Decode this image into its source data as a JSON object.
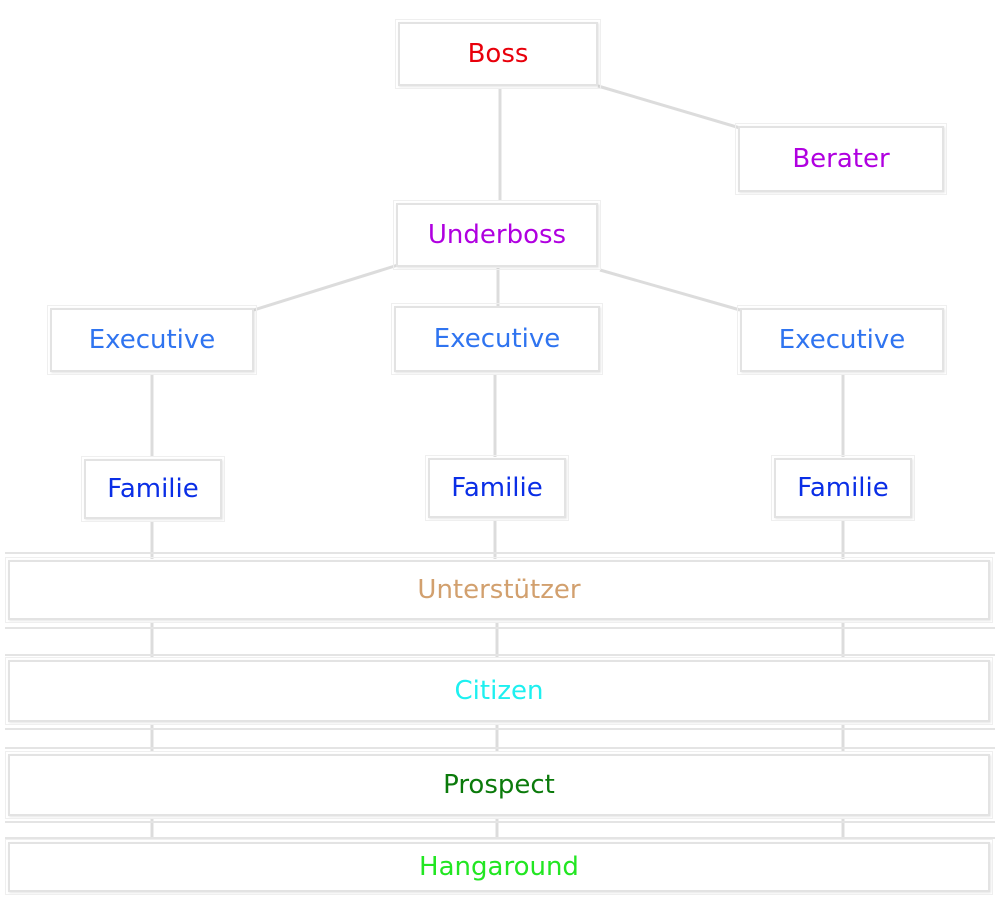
{
  "nodes": {
    "boss": {
      "label": "Boss",
      "color": "#e8000b"
    },
    "berater": {
      "label": "Berater",
      "color": "#b000e0"
    },
    "underboss": {
      "label": "Underboss",
      "color": "#b000e0"
    },
    "executives": [
      {
        "label": "Executive",
        "color": "#2f74f0"
      },
      {
        "label": "Executive",
        "color": "#2f74f0"
      },
      {
        "label": "Executive",
        "color": "#2f74f0"
      }
    ],
    "familien": [
      {
        "label": "Familie",
        "color": "#0a2ee6"
      },
      {
        "label": "Familie",
        "color": "#0a2ee6"
      },
      {
        "label": "Familie",
        "color": "#0a2ee6"
      }
    ]
  },
  "bands": [
    {
      "label": "Unterstützer",
      "color": "#d2a06e"
    },
    {
      "label": "Citizen",
      "color": "#1ef0f0"
    },
    {
      "label": "Prospect",
      "color": "#0b7a0b"
    },
    {
      "label": "Hangaround",
      "color": "#22e622"
    }
  ],
  "connector_color": "#dcdcdc"
}
